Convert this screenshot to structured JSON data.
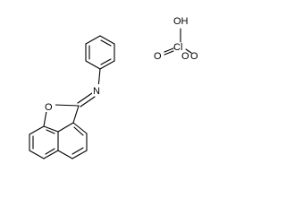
{
  "molecule": {
    "atoms": {
      "imine_n": "N",
      "ring_o": "O",
      "acid_oh": "OH",
      "acid_cl": "Cl",
      "acid_o_left": "O",
      "acid_o_right": "O",
      "acid_o_lower": "O"
    }
  }
}
